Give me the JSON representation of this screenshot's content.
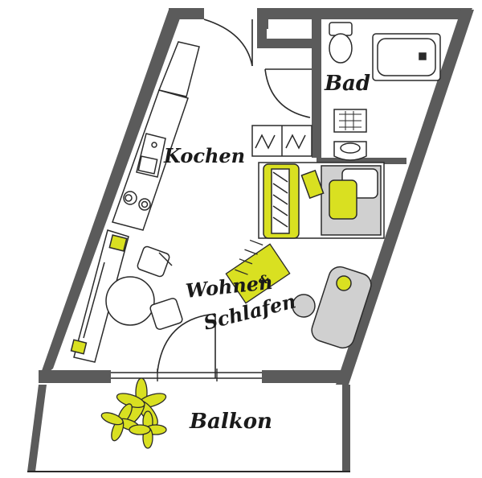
{
  "rooms": {
    "bad": "Bad",
    "kochen": "Kochen",
    "wohnen": "Wohnen",
    "ampersand": "&",
    "schlafen": "Schlafen",
    "balkon": "Balkon"
  },
  "colors": {
    "wall": "#5b5b5b",
    "accent": "#d9e021",
    "line": "#2a2a2a",
    "furniture_fill": "#ffffff",
    "shade": "#d0d0d0"
  },
  "icons": {
    "plant": "plant-icon",
    "wc": "toilet-icon",
    "tub": "bathtub-icon",
    "sink": "sink-icon",
    "stove": "stove-icon",
    "bed": "bed-icon",
    "sofa": "sofa-icon"
  }
}
